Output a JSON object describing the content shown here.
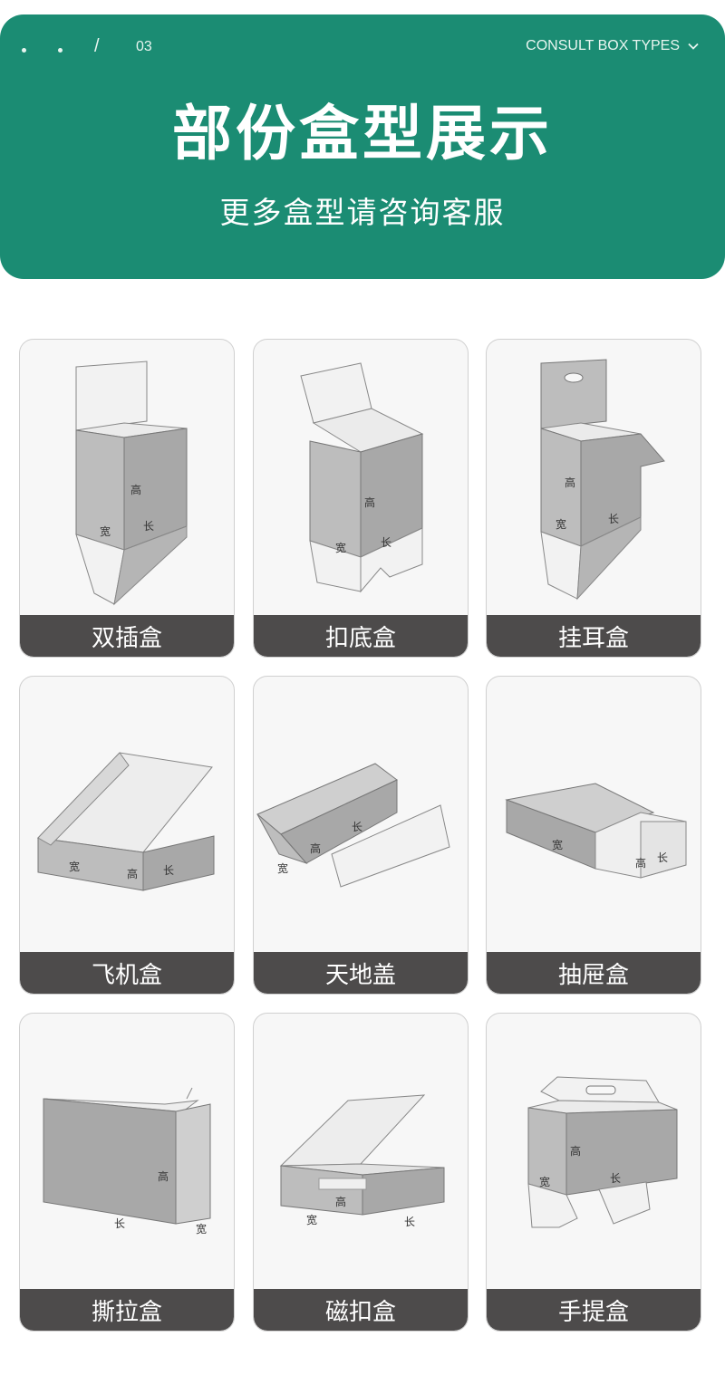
{
  "header": {
    "page_number": "03",
    "slash": "/",
    "consult_label": "CONSULT BOX TYPES",
    "title": "部份盒型展示",
    "subtitle": "更多盒型请咨询客服",
    "accent_color": "#1b8c73"
  },
  "dimension_labels": {
    "height": "高",
    "width": "宽",
    "length": "长"
  },
  "boxes": [
    {
      "name": "双插盒",
      "icon": "double-tuck-box-icon"
    },
    {
      "name": "扣底盒",
      "icon": "lock-bottom-box-icon"
    },
    {
      "name": "挂耳盒",
      "icon": "hang-tab-box-icon"
    },
    {
      "name": "飞机盒",
      "icon": "mailer-box-icon"
    },
    {
      "name": "天地盖",
      "icon": "lid-base-box-icon"
    },
    {
      "name": "抽屉盒",
      "icon": "drawer-box-icon"
    },
    {
      "name": "撕拉盒",
      "icon": "tear-strip-box-icon"
    },
    {
      "name": "磁扣盒",
      "icon": "magnetic-box-icon"
    },
    {
      "name": "手提盒",
      "icon": "handle-box-icon"
    }
  ],
  "colors": {
    "label_bar": "#4d4b4b",
    "card_border": "#d0d0d0",
    "box_face": "#aaaaaa"
  }
}
